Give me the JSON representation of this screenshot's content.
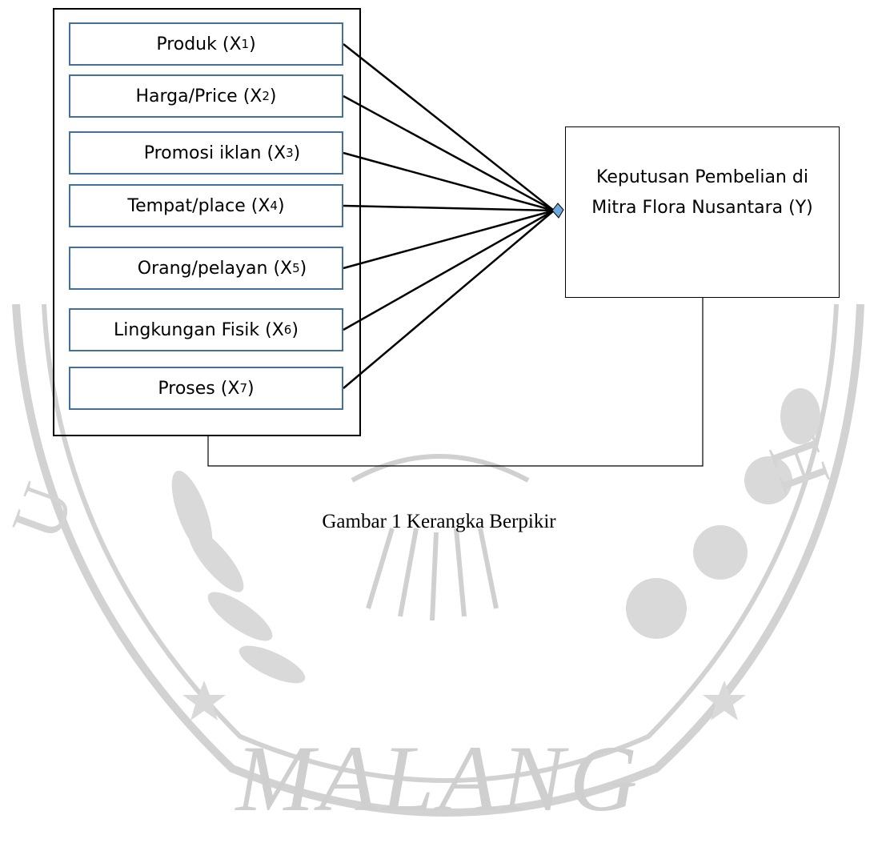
{
  "diagram": {
    "independent_variables": [
      {
        "label": "Produk",
        "code": "X",
        "sub": "1"
      },
      {
        "label": "Harga/Price",
        "code": "X",
        "sub": "2"
      },
      {
        "label": "Promosi iklan",
        "code": "X",
        "sub": "3"
      },
      {
        "label": "Tempat/place",
        "code": "X",
        "sub": "4"
      },
      {
        "label": "Orang/pelayan",
        "code": "X",
        "sub": "5"
      },
      {
        "label": "Lingkungan Fisik",
        "code": "X",
        "sub": "6"
      },
      {
        "label": "Proses",
        "code": "X",
        "sub": "7"
      }
    ],
    "dependent_variable": {
      "text": "Keputusan Pembelian di Mitra Flora Nusantara (Y)"
    },
    "connector_color": "#6fa8dc",
    "box_border_color": "#41719c"
  },
  "caption": "Gambar 1 Kerangka Berpikir",
  "watermark": {
    "text": "MALANG",
    "letters": [
      "U",
      "H"
    ],
    "color": "#cfcfcf"
  }
}
